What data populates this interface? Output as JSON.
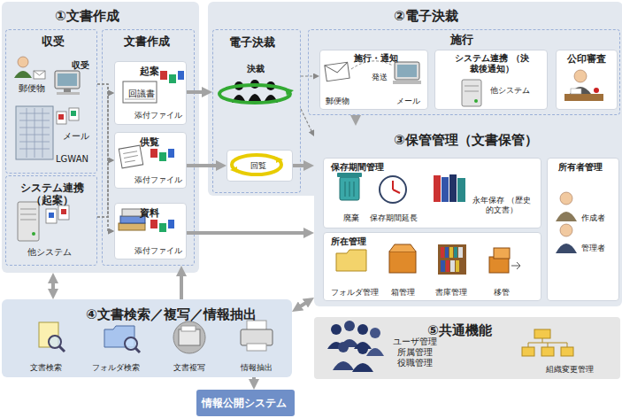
{
  "diagram": {
    "nodes": [
      {
        "text": [
          "①文書作成"
        ]
      },
      {
        "text": [
          "収受",
          "収受",
          "郵便物",
          "メール",
          "LGWAN"
        ],
        "in": 0
      },
      {
        "text": [
          "システム連携 （起案）",
          "他システム"
        ],
        "in": 0
      },
      {
        "text": [
          "文書作成"
        ],
        "in": 0
      },
      {
        "text": [
          "起案",
          "回議書",
          "添付ファイル"
        ],
        "in": 3
      },
      {
        "text": [
          "供覧",
          "添付ファイル"
        ],
        "in": 3
      },
      {
        "text": [
          "資料",
          "添付ファイル"
        ],
        "in": 3
      },
      {
        "text": [
          "②電子決裁"
        ]
      },
      {
        "text": [
          "電子決裁",
          "決裁"
        ],
        "in": 7
      },
      {
        "text": [
          "回覧"
        ],
        "in": 8
      },
      {
        "text": [
          "施行"
        ],
        "in": 7
      },
      {
        "text": [
          "施行・通知",
          "発送",
          "郵便物",
          "メール"
        ],
        "in": 10
      },
      {
        "text": [
          "システム連携 （決裁後通知）",
          "他システム"
        ],
        "in": 10
      },
      {
        "text": [
          "公印審査"
        ],
        "in": 10
      },
      {
        "text": [
          "③保管管理（文書保管）"
        ]
      },
      {
        "text": [
          "保存期間管理",
          "廃棄",
          "保存期間延長",
          "永年保存 （歴史的文書）"
        ],
        "in": 14
      },
      {
        "text": [
          "所在管理",
          "フォルダ管理",
          "箱管理",
          "書庫管理",
          "移管"
        ],
        "in": 14
      },
      {
        "text": [
          "所有者管理",
          "作成者",
          "管理者"
        ],
        "in": 14
      },
      {
        "text": [
          "④文書検索／複写／情報抽出",
          "文書検索",
          "フォルダ検索",
          "文書複写",
          "情報抽出"
        ]
      },
      {
        "text": [
          "情報公開システム"
        ]
      },
      {
        "text": [
          "⑤共通機能",
          "ユーザ管理 所属管理 役職管理",
          "組織変更管理"
        ]
      }
    ],
    "edges": [
      {
        "from": 1,
        "to": 4,
        "arrow": "to"
      },
      {
        "from": 1,
        "to": 5,
        "arrow": "to"
      },
      {
        "from": 1,
        "to": 6,
        "arrow": "to"
      },
      {
        "from": 2,
        "to": 4,
        "arrow": "to"
      },
      {
        "from": 2,
        "to": 5,
        "arrow": "to"
      },
      {
        "from": 2,
        "to": 6,
        "arrow": "to"
      },
      {
        "from": 4,
        "to": 8,
        "arrow": "to"
      },
      {
        "from": 5,
        "to": 9,
        "arrow": "to"
      },
      {
        "from": 9,
        "to": 14,
        "arrow": "to"
      },
      {
        "from": 6,
        "to": 14,
        "arrow": "to"
      },
      {
        "from": 8,
        "to": 11,
        "arrow": "to"
      },
      {
        "from": 8,
        "to": 14,
        "arrow": "to"
      },
      {
        "from": 10,
        "to": 14,
        "arrow": "to"
      },
      {
        "from": 0,
        "to": 18,
        "arrow": "both"
      },
      {
        "from": 18,
        "to": 3,
        "arrow": "to"
      },
      {
        "from": 18,
        "to": 14,
        "arrow": "both"
      },
      {
        "from": 18,
        "to": 19,
        "arrow": "to"
      }
    ]
  }
}
